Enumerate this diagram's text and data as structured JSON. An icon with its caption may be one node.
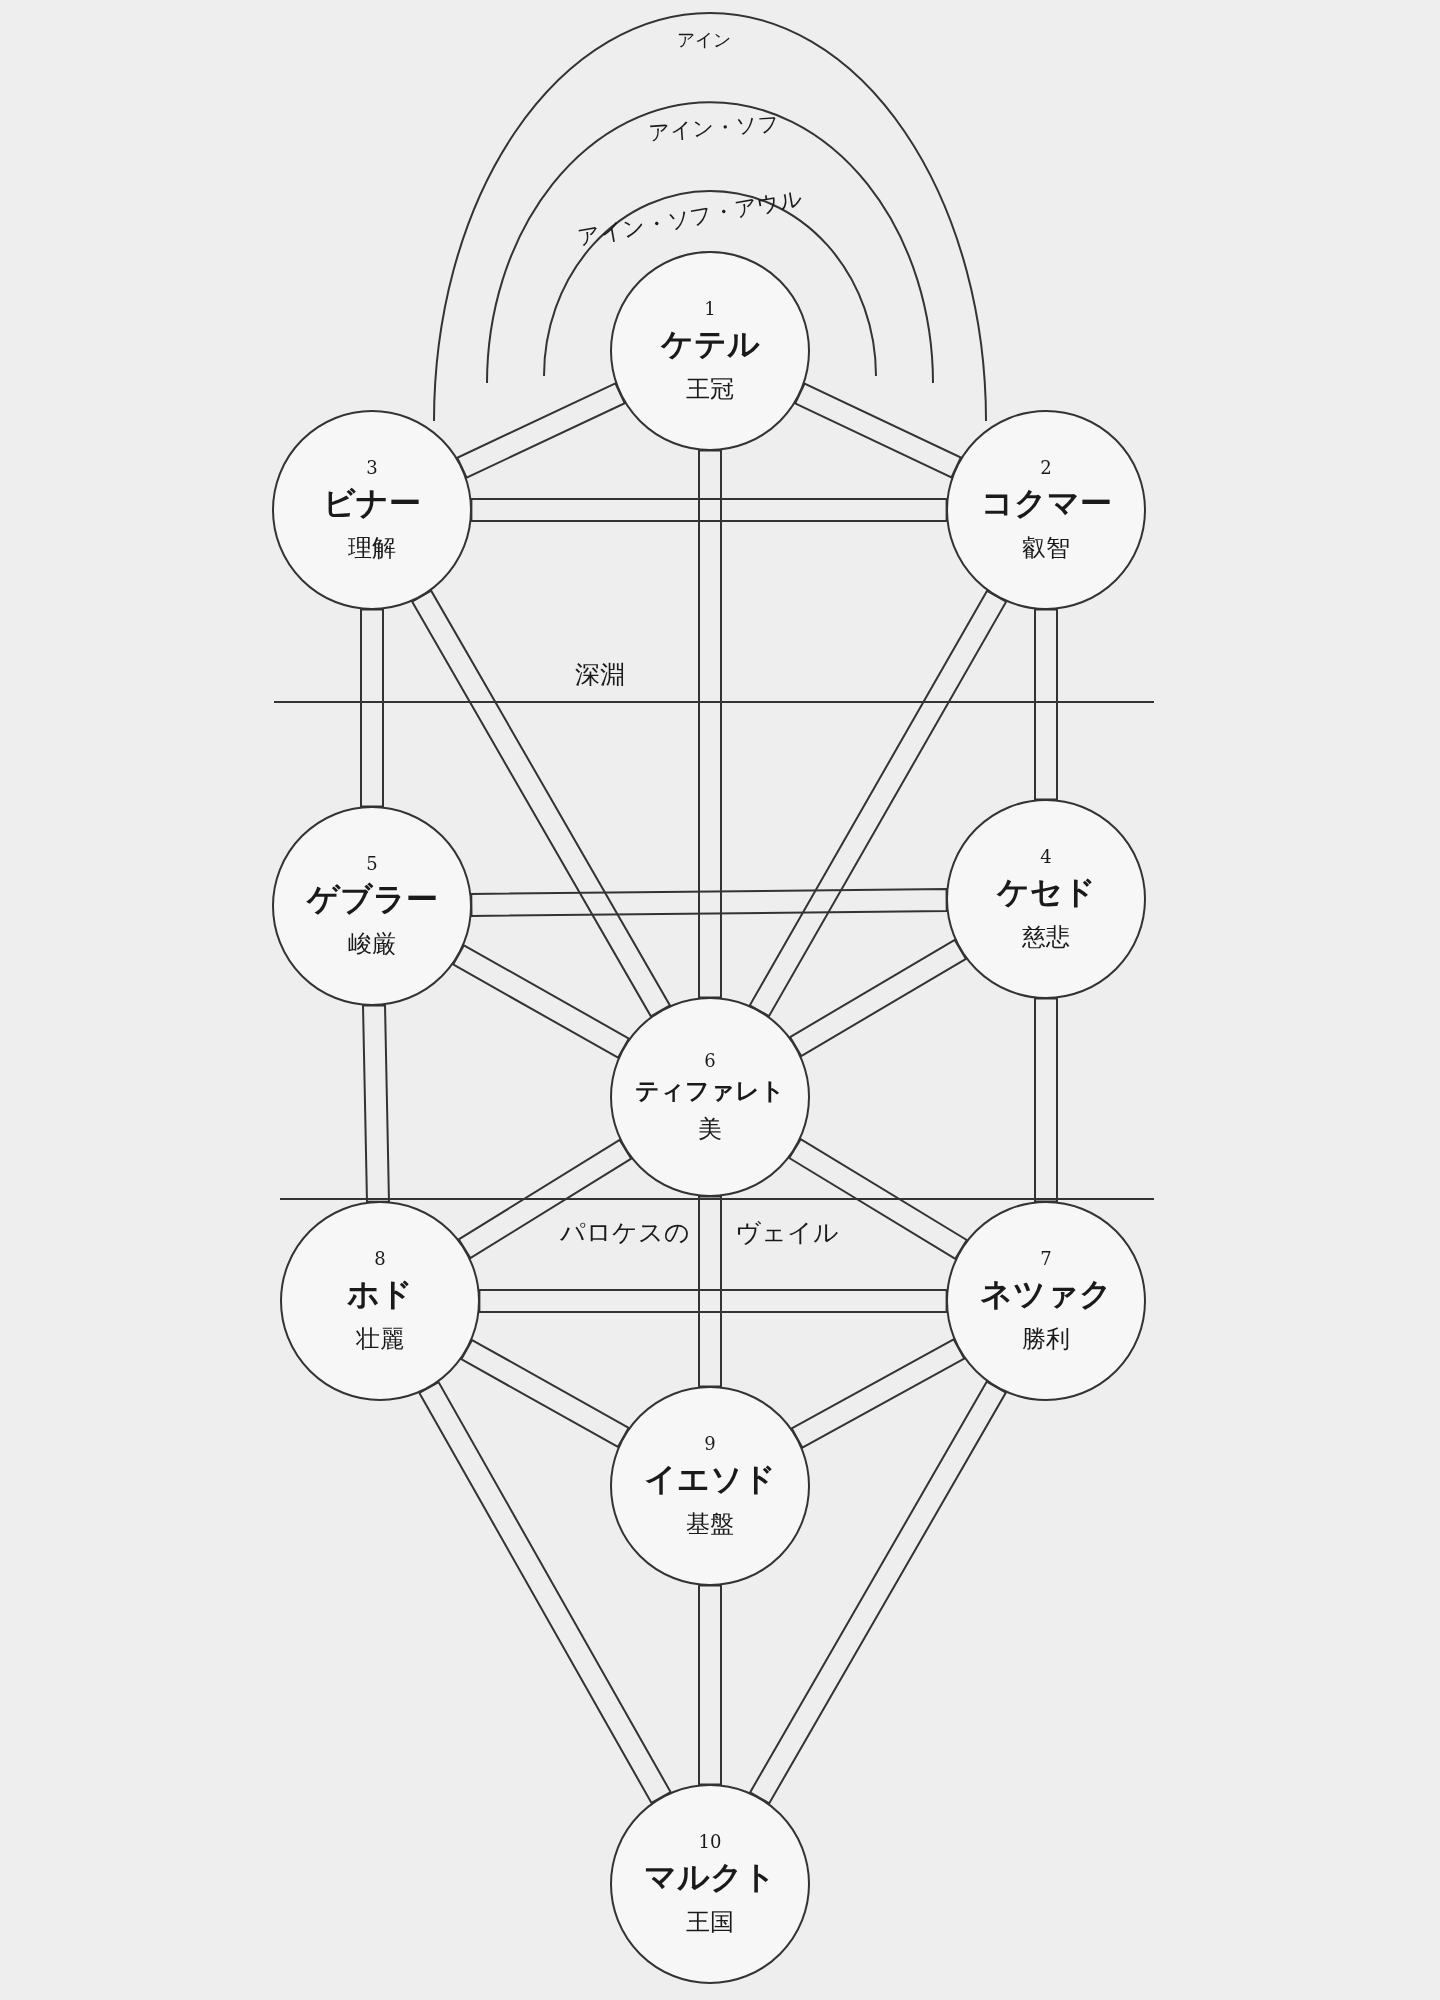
{
  "diagram": {
    "nodes": [
      {
        "text": [
          "1",
          "ケテル",
          "王冠"
        ]
      },
      {
        "text": [
          "3",
          "ビナー",
          "理解"
        ]
      },
      {
        "text": [
          "2",
          "コクマー",
          "叡智"
        ]
      },
      {
        "text": [
          "5",
          "ゲブラー",
          "峻厳"
        ]
      },
      {
        "text": [
          "4",
          "ケセド",
          "慈悲"
        ]
      },
      {
        "text": [
          "6",
          "ティファレト",
          "美"
        ]
      },
      {
        "text": [
          "8",
          "ホド",
          "壮麗"
        ]
      },
      {
        "text": [
          "7",
          "ネツァク",
          "勝利"
        ]
      },
      {
        "text": [
          "9",
          "イエソド",
          "基盤"
        ]
      },
      {
        "text": [
          "10",
          "マルクト",
          "王国"
        ]
      }
    ],
    "edges": [
      {
        "from": 0,
        "to": 2,
        "arrow": "none"
      },
      {
        "from": 0,
        "to": 1,
        "arrow": "none"
      },
      {
        "from": 0,
        "to": 5,
        "arrow": "none"
      },
      {
        "from": 2,
        "to": 1,
        "arrow": "none"
      },
      {
        "from": 2,
        "to": 4,
        "arrow": "none"
      },
      {
        "from": 2,
        "to": 5,
        "arrow": "none"
      },
      {
        "from": 1,
        "to": 3,
        "arrow": "none"
      },
      {
        "from": 1,
        "to": 5,
        "arrow": "none"
      },
      {
        "from": 4,
        "to": 3,
        "arrow": "none"
      },
      {
        "from": 4,
        "to": 5,
        "arrow": "none"
      },
      {
        "from": 4,
        "to": 7,
        "arrow": "none"
      },
      {
        "from": 3,
        "to": 5,
        "arrow": "none"
      },
      {
        "from": 3,
        "to": 6,
        "arrow": "none"
      },
      {
        "from": 5,
        "to": 7,
        "arrow": "none"
      },
      {
        "from": 5,
        "to": 6,
        "arrow": "none"
      },
      {
        "from": 5,
        "to": 8,
        "arrow": "none"
      },
      {
        "from": 7,
        "to": 6,
        "arrow": "none"
      },
      {
        "from": 7,
        "to": 8,
        "arrow": "none"
      },
      {
        "from": 7,
        "to": 9,
        "arrow": "none"
      },
      {
        "from": 6,
        "to": 8,
        "arrow": "none"
      },
      {
        "from": 6,
        "to": 9,
        "arrow": "none"
      },
      {
        "from": 8,
        "to": 9,
        "arrow": "none"
      }
    ],
    "labels": [
      "アイン",
      "アイン・ソフ",
      "アイン・ソフ・アウル",
      "深淵",
      "パロケスの",
      "ヴェイル"
    ]
  }
}
